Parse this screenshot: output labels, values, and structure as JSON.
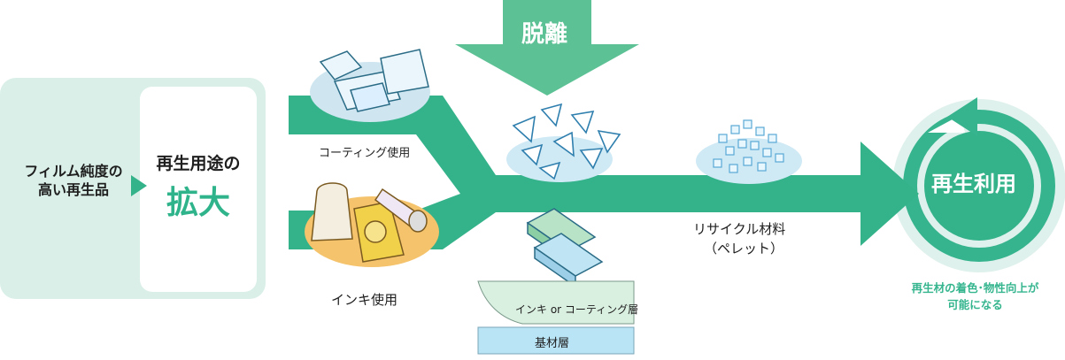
{
  "left": {
    "film_line1": "フィルム純度の",
    "film_line2": "高い再生品",
    "use_label": "再生用途の",
    "expand_label": "拡大"
  },
  "branches": {
    "coating": "コーティング使用",
    "ink": "インキ使用"
  },
  "separation": "脱離",
  "layers": {
    "top_label": "インキ or コーティング層",
    "bottom_label": "基材層"
  },
  "pellet": {
    "line1": "リサイクル材料",
    "line2": "（ペレット）"
  },
  "recycle": {
    "label": "再生利用",
    "note_line1": "再生材の着色･物性向上が",
    "note_line2": "可能になる"
  },
  "colors": {
    "flow_green": "#34b28a",
    "light_green": "#d9efe8",
    "pale_blue": "#cfe9f5",
    "accent_text": "#2fb38a"
  }
}
